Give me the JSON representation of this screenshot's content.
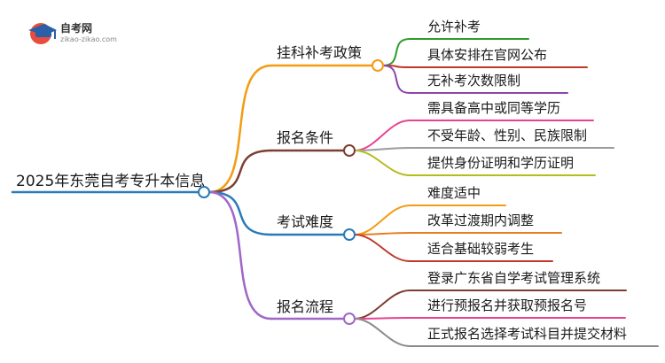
{
  "logo": {
    "title": "自考网",
    "url": "zikao-zikao.com"
  },
  "root": {
    "label": "2025年东莞自考专升本信息"
  },
  "branches": [
    {
      "label": "挂科补考政策",
      "color": "#f39c12",
      "leaves": [
        {
          "label": "允许补考",
          "color": "#2e9c2e"
        },
        {
          "label": "具体安排在官网公布",
          "color": "#c0392b"
        },
        {
          "label": "无补考次数限制",
          "color": "#8e44ad"
        }
      ]
    },
    {
      "label": "报名条件",
      "color": "#7b3f32",
      "leaves": [
        {
          "label": "需具备高中或同等学历",
          "color": "#e84393"
        },
        {
          "label": "不受年龄、性别、民族限制",
          "color": "#9b9b9b"
        },
        {
          "label": "提供身份证明和学历证明",
          "color": "#b5bd1a"
        }
      ]
    },
    {
      "label": "考试难度",
      "color": "#2a7ab8",
      "leaves": [
        {
          "label": "难度适中",
          "color": "#f39c12"
        },
        {
          "label": "改革过渡期内调整",
          "color": "#e67e22"
        },
        {
          "label": "适合基础较弱考生",
          "color": "#c0392b"
        }
      ]
    },
    {
      "label": "报名流程",
      "color": "#a066c8",
      "leaves": [
        {
          "label": "登录广东省自学考试管理系统",
          "color": "#7b3f32"
        },
        {
          "label": "进行预报名并获取预报名号",
          "color": "#e84393"
        },
        {
          "label": "正式报名选择考试科目并提交材料",
          "color": "#8a8a8a"
        }
      ]
    }
  ],
  "root_color": "#2a7ab8"
}
